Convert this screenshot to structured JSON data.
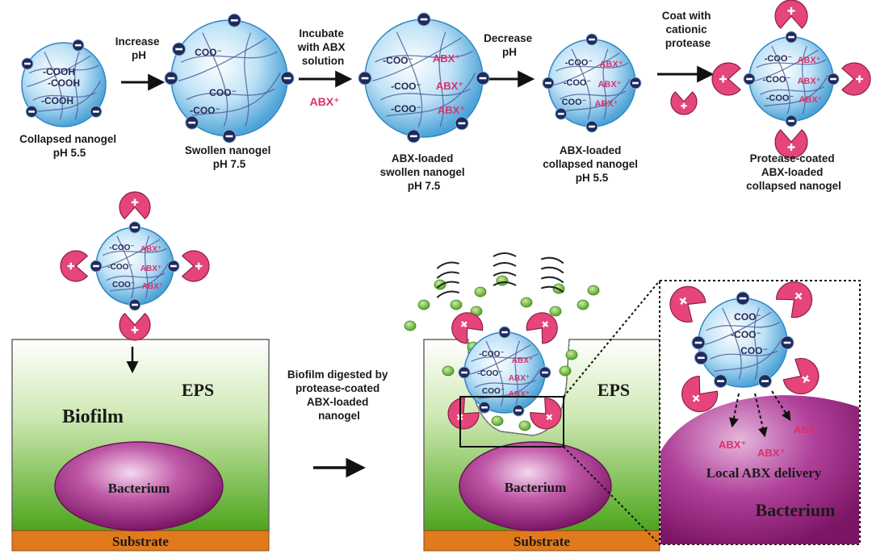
{
  "steps": [
    {
      "label_lines": [
        "Collapsed nanogel",
        "pH 5.5"
      ],
      "chem": [
        "-COOH",
        "-COOH",
        "-COOH"
      ]
    },
    {
      "label_lines": [
        "Swollen nanogel",
        "pH 7.5"
      ],
      "chem": [
        "COO⁻",
        "COO⁻",
        "-COO⁻"
      ]
    },
    {
      "label_lines": [
        "ABX-loaded",
        "swollen nanogel",
        "pH 7.5"
      ],
      "chem": [
        "-COO⁻",
        "ABX⁺",
        "-COO⁻",
        "ABX⁺",
        "-COO⁻",
        "ABX⁺"
      ]
    },
    {
      "label_lines": [
        "ABX-loaded",
        "collapsed nanogel",
        "pH 5.5"
      ],
      "chem": [
        "-COO⁻",
        "ABX⁺",
        "-COO⁻",
        "ABX⁺",
        "COO⁻",
        "ABX⁺"
      ]
    },
    {
      "label_lines": [
        "Protease-coated",
        "ABX-loaded",
        "collapsed nanogel"
      ],
      "chem": [
        "-COO⁻",
        "ABX⁺",
        "-COO⁻",
        "ABX⁺",
        "-COO⁻",
        "ABX⁺"
      ]
    }
  ],
  "arrows": [
    {
      "lines": [
        "Increase",
        "pH"
      ]
    },
    {
      "lines": [
        "Incubate",
        "with ABX",
        "solution"
      ],
      "extra": "ABX⁺"
    },
    {
      "lines": [
        "Decrease",
        "pH"
      ]
    },
    {
      "lines": [
        "Coat with",
        "cationic",
        "protease"
      ]
    }
  ],
  "bottom": {
    "eps": "EPS",
    "biofilm": "Biofilm",
    "bacterium": "Bacterium",
    "substrate": "Substrate",
    "process_lines": [
      "Biofilm digested by",
      "protease-coated",
      "ABX-loaded",
      "nanogel"
    ],
    "local_delivery": "Local ABX delivery",
    "abx": "ABX⁺",
    "bacterium_zoom": "Bacterium",
    "inner_chem": [
      "-COO⁻",
      "ABX⁺",
      "-COO⁻",
      "ABX⁺",
      "COO⁻",
      "ABX⁺"
    ],
    "zoom_chem": [
      "COO⁻",
      "-COO⁻",
      "COO⁻"
    ]
  },
  "colors": {
    "nanogel": "#bfe2f6",
    "nanogel_edge": "#2f86c2",
    "charge": "#1e2a5c",
    "protease": "#e5457a",
    "abx": "#d8326b",
    "biofilm_top": "#ffffff",
    "biofilm_bottom": "#4da51c",
    "substrate": "#e07a1c",
    "bacterium": "#a52a8a"
  }
}
